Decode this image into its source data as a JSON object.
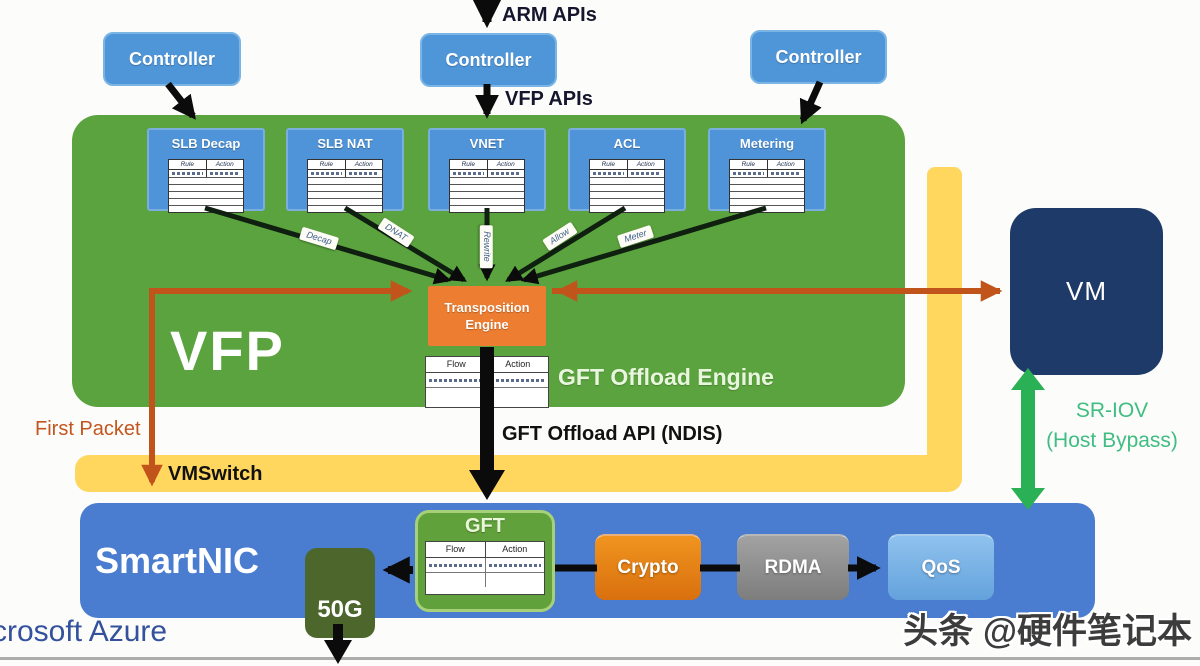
{
  "header": {
    "arm_apis": "ARM APIs",
    "vfp_apis": "VFP APIs"
  },
  "controllers": [
    {
      "label": "Controller"
    },
    {
      "label": "Controller"
    },
    {
      "label": "Controller"
    }
  ],
  "vfp": {
    "title": "VFP",
    "layers": [
      {
        "name": "SLB Decap"
      },
      {
        "name": "SLB NAT"
      },
      {
        "name": "VNET"
      },
      {
        "name": "ACL"
      },
      {
        "name": "Metering"
      }
    ],
    "mini_table": {
      "col1": "Rule",
      "col2": "Action"
    },
    "arrow_labels": [
      {
        "text": "Decap"
      },
      {
        "text": "DNAT"
      },
      {
        "text": "Rewrite"
      },
      {
        "text": "Allow"
      },
      {
        "text": "Meter"
      }
    ],
    "transposition_engine": {
      "line1": "Transposition",
      "line2": "Engine"
    },
    "offload_engine_label": "GFT Offload Engine",
    "flow_table": {
      "col1": "Flow",
      "col2": "Action"
    }
  },
  "middle": {
    "first_packet": "First Packet",
    "vmswitch": "VMSwitch",
    "gft_offload_api": "GFT Offload API (NDIS)"
  },
  "smartnic": {
    "title": "SmartNIC",
    "port_label": "50G",
    "gft": {
      "title": "GFT",
      "table": {
        "col1": "Flow",
        "col2": "Action"
      }
    },
    "blocks": [
      {
        "label": "Crypto"
      },
      {
        "label": "RDMA"
      },
      {
        "label": "QoS"
      }
    ]
  },
  "vm": {
    "label": "VM"
  },
  "sriov": {
    "line1": "SR-IOV",
    "line2": "(Host Bypass)"
  },
  "footer": {
    "azure_brand": "crosoft Azure",
    "watermark": "头条 @硬件笔记本"
  },
  "colors": {
    "vfp_green": "#5ba33e",
    "layer_blue": "#4f94d9",
    "smartnic_blue": "#4a7cd0",
    "vm_navy": "#1e3a68",
    "vmswitch_yellow": "#ffd65e",
    "engine_orange": "#ed7d31",
    "first_packet_orange": "#c1541a",
    "sriov_green": "#2bb155",
    "port_olive": "#4d662b"
  }
}
